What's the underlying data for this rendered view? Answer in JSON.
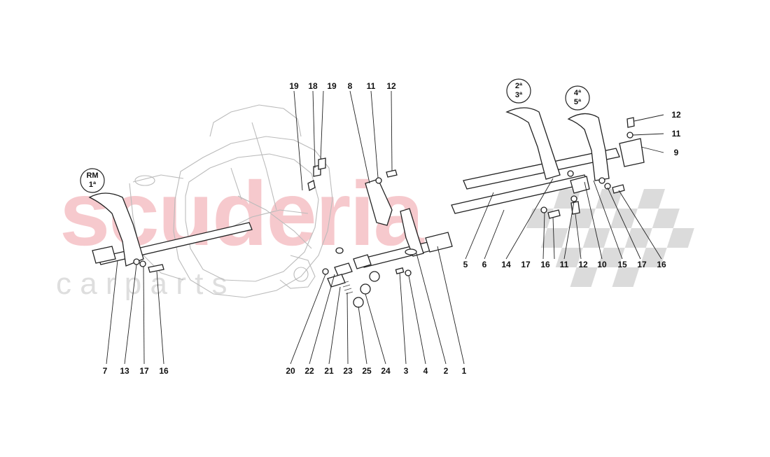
{
  "watermark": {
    "brand": "scuderia",
    "tagline": "c a r   p a r t s"
  },
  "gear_labels": [
    {
      "line1": "RM",
      "line2": "1ª"
    },
    {
      "line1": "2ª",
      "line2": "3ª"
    },
    {
      "line1": "4ª",
      "line2": "5ª"
    }
  ],
  "callouts": {
    "top_left": [
      "19",
      "18",
      "19",
      "8",
      "11",
      "12"
    ],
    "top_right": [
      "12",
      "11",
      "9"
    ],
    "mid_right": [
      "5",
      "6",
      "14",
      "17",
      "16",
      "11",
      "12",
      "10",
      "15",
      "17",
      "16"
    ],
    "bottom": [
      "7",
      "13",
      "17",
      "16",
      "20",
      "22",
      "21",
      "23",
      "25",
      "24",
      "3",
      "4",
      "2",
      "1"
    ]
  },
  "colors": {
    "watermark_red": "#f4b8bd",
    "watermark_grey": "#d9d9d9",
    "line": "#222222"
  }
}
